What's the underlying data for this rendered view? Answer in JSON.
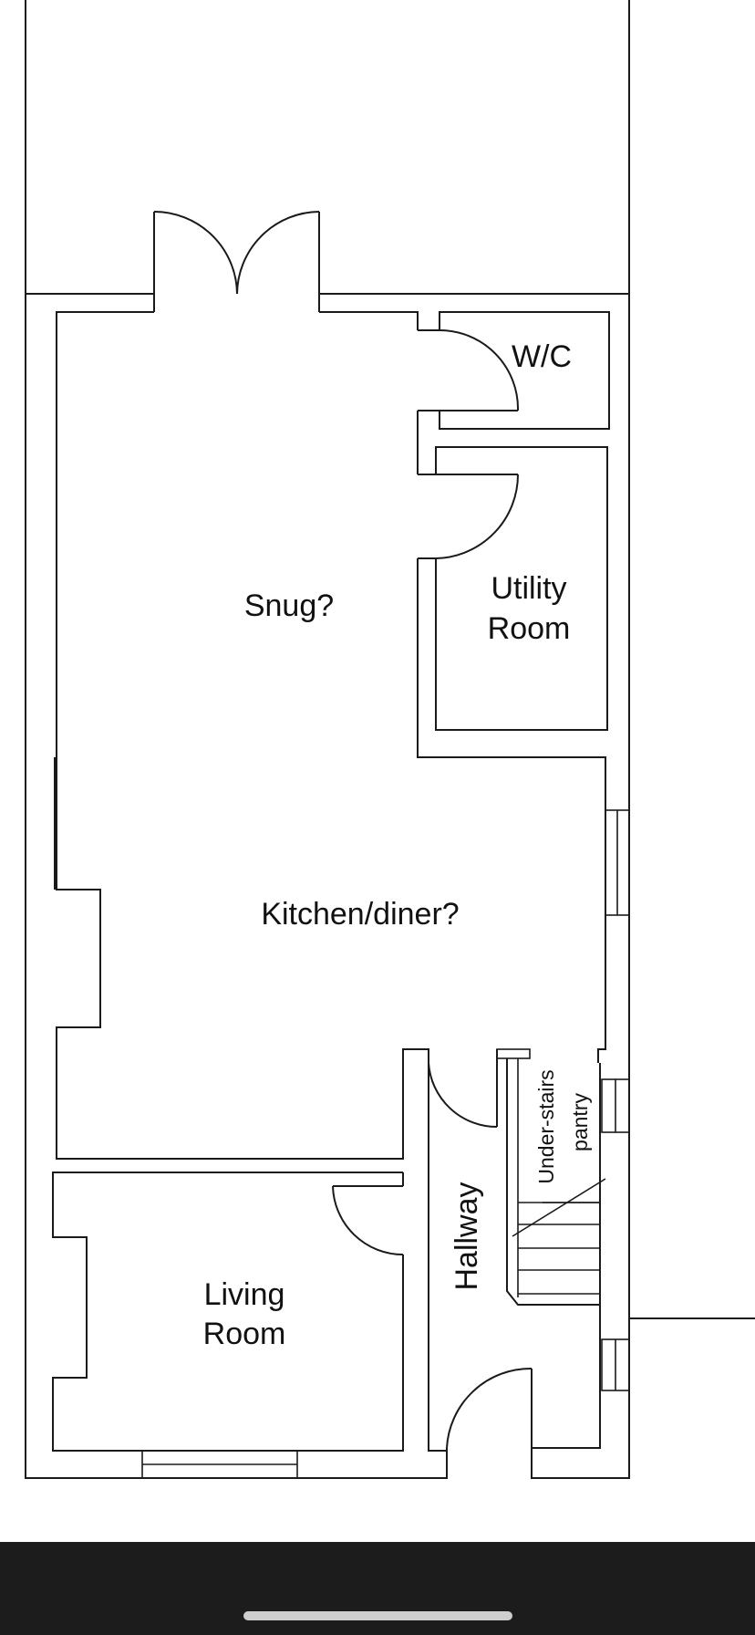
{
  "rooms": {
    "wc": "W/C",
    "utility_line1": "Utility",
    "utility_line2": "Room",
    "snug": "Snug?",
    "kitchen": "Kitchen/diner?",
    "pantry_line1": "Under-stairs",
    "pantry_line2": "pantry",
    "hallway": "Hallway",
    "living_line1": "Living",
    "living_line2": "Room"
  },
  "colors": {
    "line": "#1a1a1a",
    "background": "#ffffff",
    "system_bar": "#1c1c1c",
    "home_indicator": "#cfcfcf"
  }
}
